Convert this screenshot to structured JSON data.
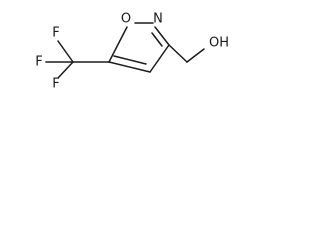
{
  "structure": {
    "atoms": {
      "o_ring": "O",
      "n_ring": "N",
      "oh": "OH",
      "f_top": "F",
      "f_left": "F",
      "f_bottom": "F"
    }
  }
}
